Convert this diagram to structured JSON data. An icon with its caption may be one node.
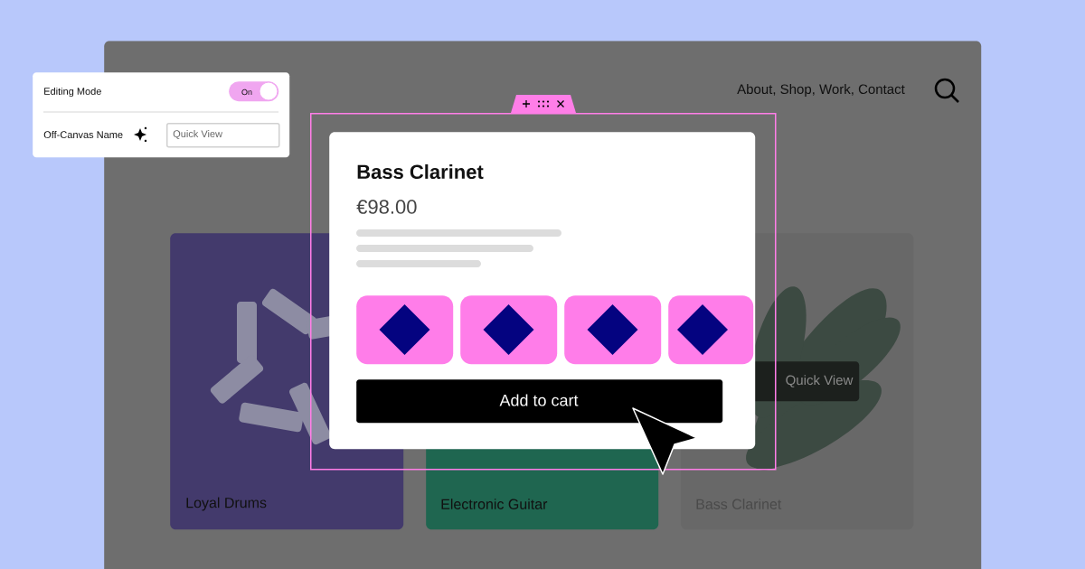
{
  "diagram": {
    "nodes": [
      {
        "text": [
          "About, Shop, Work, Contact"
        ]
      },
      {
        "text": [
          "Loyal Drums"
        ],
        "in": 0
      },
      {
        "text": [
          "Electronic Guitar"
        ],
        "in": 0
      },
      {
        "text": [
          "Bass Clarinet"
        ],
        "in": 0
      },
      {
        "text": [
          "Quick View"
        ],
        "in": 3
      },
      {
        "text": [],
        "shape": "box",
        "in": 0
      },
      {
        "text": [
          "Bass Clarinet",
          "€98.00"
        ],
        "in": 5
      },
      {
        "text": [],
        "shape": "box",
        "in": 6
      },
      {
        "text": [],
        "shape": "box"
      },
      {
        "text": [],
        "shape": "box"
      },
      {
        "text": [],
        "shape": "box",
        "in": 6
      },
      {
        "text": [
          "Add to cart"
        ],
        "in": 6
      },
      {
        "text": [
          "Editing Mode",
          "Off-Canvas Name"
        ]
      },
      {
        "text": [
          "On"
        ]
      },
      {
        "text": [
          "Quick View"
        ]
      }
    ]
  }
}
